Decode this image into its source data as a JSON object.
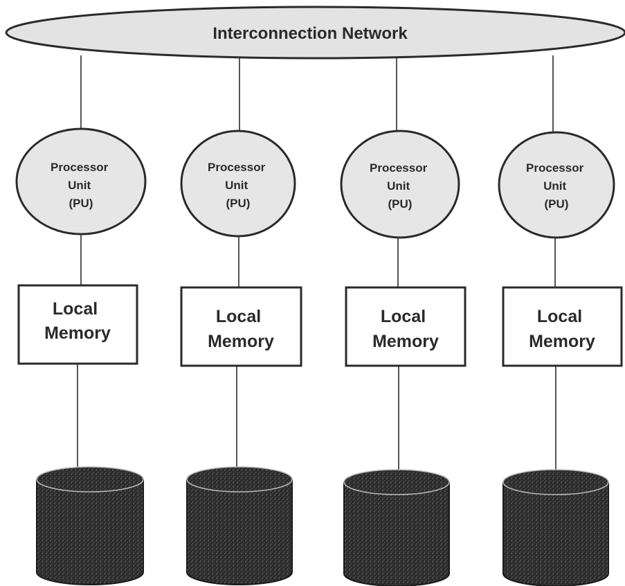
{
  "network": {
    "label": "Interconnection Network"
  },
  "nodes": [
    {
      "processor": [
        "Processor",
        "Unit",
        "(PU)"
      ],
      "memory": [
        "Local",
        "Memory"
      ]
    },
    {
      "processor": [
        "Processor",
        "Unit",
        "(PU)"
      ],
      "memory": [
        "Local",
        "Memory"
      ]
    },
    {
      "processor": [
        "Processor",
        "Unit",
        "(PU)"
      ],
      "memory": [
        "Local",
        "Memory"
      ]
    },
    {
      "processor": [
        "Processor",
        "Unit",
        "(PU)"
      ],
      "memory": [
        "Local",
        "Memory"
      ]
    }
  ],
  "colors": {
    "network_fill": "#e3e3e3",
    "processor_fill": "#e6e6e6",
    "outline": "#2a2a2a",
    "disk_fill": "#2b2b2b",
    "disk_speckle": "#6a6a6a"
  }
}
